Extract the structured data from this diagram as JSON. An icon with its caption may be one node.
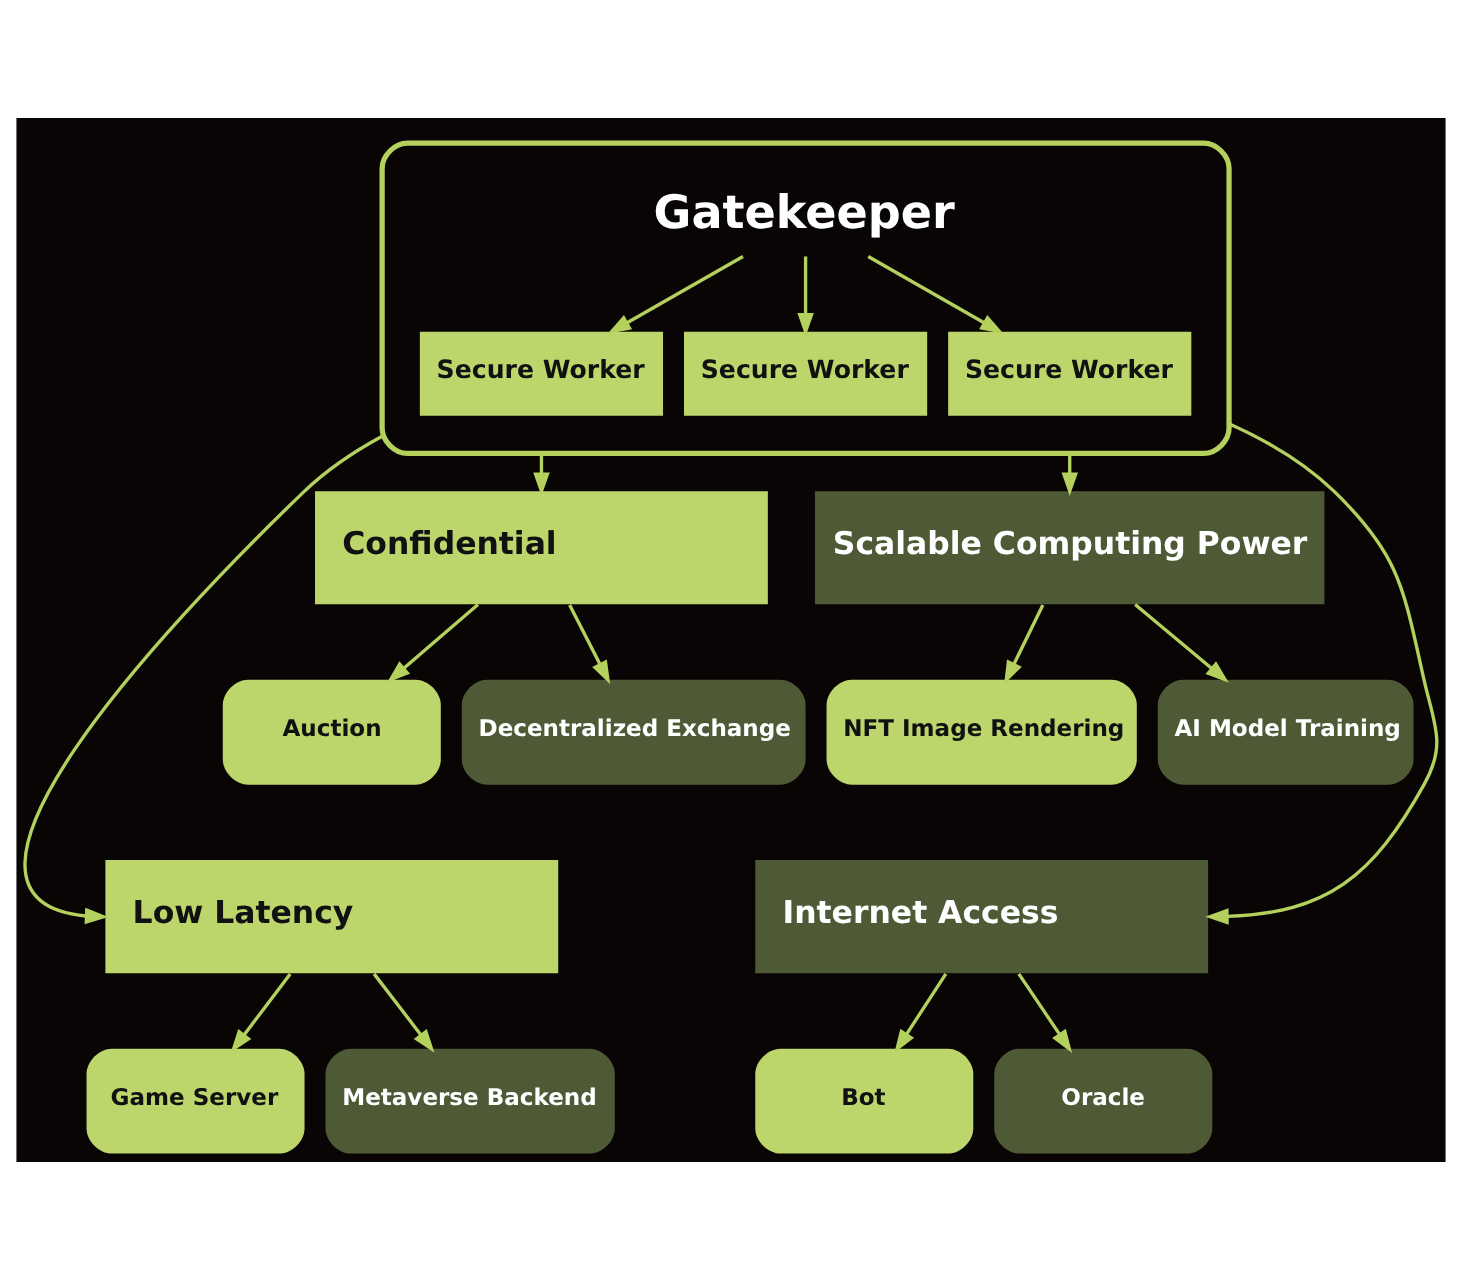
{
  "diagram": {
    "nodes": [
      {
        "text": [],
        "shape": "cloud"
      },
      {
        "text": [
          "Gatekeeper"
        ],
        "in": 0
      },
      {
        "text": [
          "Secure Worker"
        ],
        "in": 0
      },
      {
        "text": [
          "Secure Worker"
        ],
        "in": 0
      },
      {
        "text": [
          "Secure Worker"
        ],
        "in": 0
      },
      {
        "text": [
          "Confidential"
        ]
      },
      {
        "text": [
          "Scalable Computing Power"
        ]
      },
      {
        "text": [
          "Auction"
        ]
      },
      {
        "text": [
          "Decentralized Exchange"
        ]
      },
      {
        "text": [
          "NFT Image Rendering"
        ]
      },
      {
        "text": [
          "AI Model Training"
        ]
      },
      {
        "text": [
          "Low Latency"
        ]
      },
      {
        "text": [
          "Internet Access"
        ]
      },
      {
        "text": [
          "Game Server"
        ]
      },
      {
        "text": [
          "Metaverse Backend"
        ]
      },
      {
        "text": [
          "Bot"
        ]
      },
      {
        "text": [
          "Oracle"
        ]
      }
    ],
    "edges": [
      {
        "from": 1,
        "to": 2,
        "arrow": "to"
      },
      {
        "from": 1,
        "to": 3,
        "arrow": "to"
      },
      {
        "from": 1,
        "to": 4,
        "arrow": "to"
      },
      {
        "from": 0,
        "to": 5,
        "arrow": "to"
      },
      {
        "from": 0,
        "to": 6,
        "arrow": "to"
      },
      {
        "from": 0,
        "to": 11,
        "arrow": "to"
      },
      {
        "from": 0,
        "to": 12,
        "arrow": "to"
      },
      {
        "from": 5,
        "to": 7,
        "arrow": "to"
      },
      {
        "from": 5,
        "to": 8,
        "arrow": "to"
      },
      {
        "from": 6,
        "to": 9,
        "arrow": "to"
      },
      {
        "from": 6,
        "to": 10,
        "arrow": "to"
      },
      {
        "from": 11,
        "to": 13,
        "arrow": "to"
      },
      {
        "from": 11,
        "to": 14,
        "arrow": "to"
      },
      {
        "from": 12,
        "to": 15,
        "arrow": "to"
      },
      {
        "from": 12,
        "to": 16,
        "arrow": "to"
      }
    ]
  }
}
